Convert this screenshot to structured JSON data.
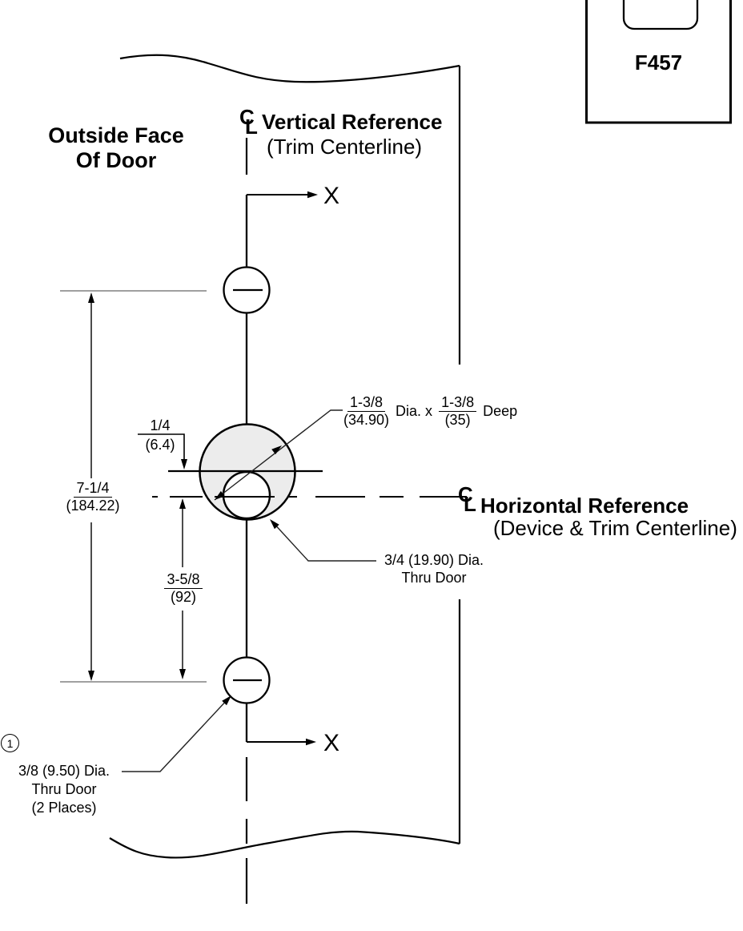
{
  "drawing": {
    "trim_box": {
      "model": "F457"
    },
    "labels": {
      "outside_face_line1": "Outside Face",
      "outside_face_line2": "Of Door",
      "vertical_ref_title": "Vertical Reference",
      "vertical_ref_subtitle": "(Trim Centerline)",
      "horizontal_ref_title": "Horizontal Reference",
      "horizontal_ref_subtitle": "(Device & Trim Centerline)",
      "axis_label_top": "X",
      "axis_label_bottom": "X",
      "centerline_c": "C",
      "centerline_l": "L"
    },
    "dimensions": {
      "vertical_span_inch": "7-1/4",
      "vertical_span_mm": "(184.22)",
      "center_offset_inch": "1/4",
      "center_offset_mm": "(6.4)",
      "lower_span_inch": "3-5/8",
      "lower_span_mm": "(92)"
    },
    "annotations": {
      "cylinder_hole_dia_inch": "1-3/8",
      "cylinder_hole_dia_mm": "(34.90)",
      "cylinder_hole_mid": "Dia. x",
      "cylinder_hole_depth_inch": "1-3/8",
      "cylinder_hole_depth_mm": "(35)",
      "cylinder_hole_suffix": "Deep",
      "spindle_hole_line1": "3/4 (19.90) Dia.",
      "spindle_hole_line2": "Thru Door",
      "mounting_hole_flag": "1",
      "mounting_hole_line1": "3/8 (9.50) Dia.",
      "mounting_hole_line2": "Thru Door",
      "mounting_hole_line3": "(2 Places)"
    },
    "colors": {
      "line": "#000000",
      "hole_shading": "#ececec",
      "extension_line": "#808080",
      "background": "#ffffff"
    }
  }
}
